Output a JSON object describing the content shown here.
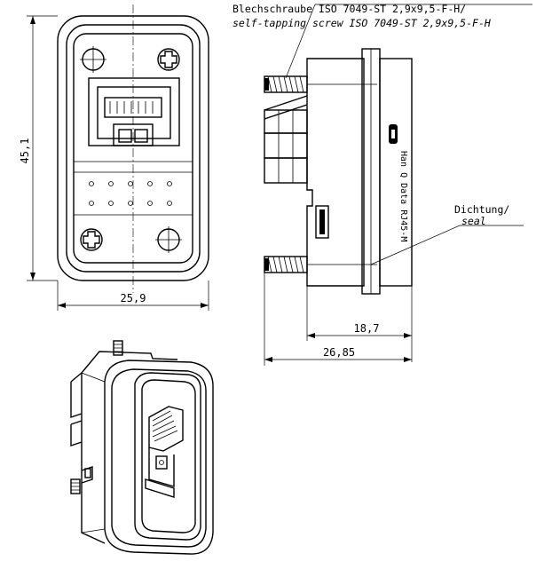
{
  "annotations": {
    "screw_de": "Blechschraube ISO 7049-ST 2,9x9,5-F-H/",
    "screw_en": "self-tapping screw ISO 7049-ST 2,9x9,5-F-H",
    "seal_de": "Dichtung/",
    "seal_en": "seal",
    "product_label": "Han Q Data RJ45-M"
  },
  "dimensions": {
    "height": "45,1",
    "width": "25,9",
    "depth_inner": "18,7",
    "depth_total": "26,85"
  }
}
